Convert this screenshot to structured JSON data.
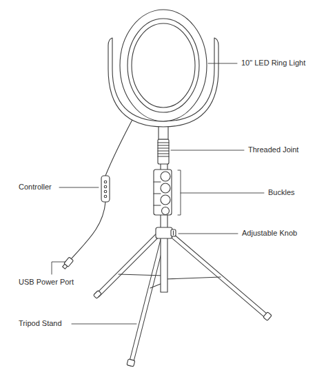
{
  "diagram": {
    "labels": [
      "10\" LED Ring Light",
      "Threaded Joint",
      "Controller",
      "Buckles",
      "Adjustable Knob",
      "USB Power Port",
      "Tripod Stand"
    ]
  }
}
